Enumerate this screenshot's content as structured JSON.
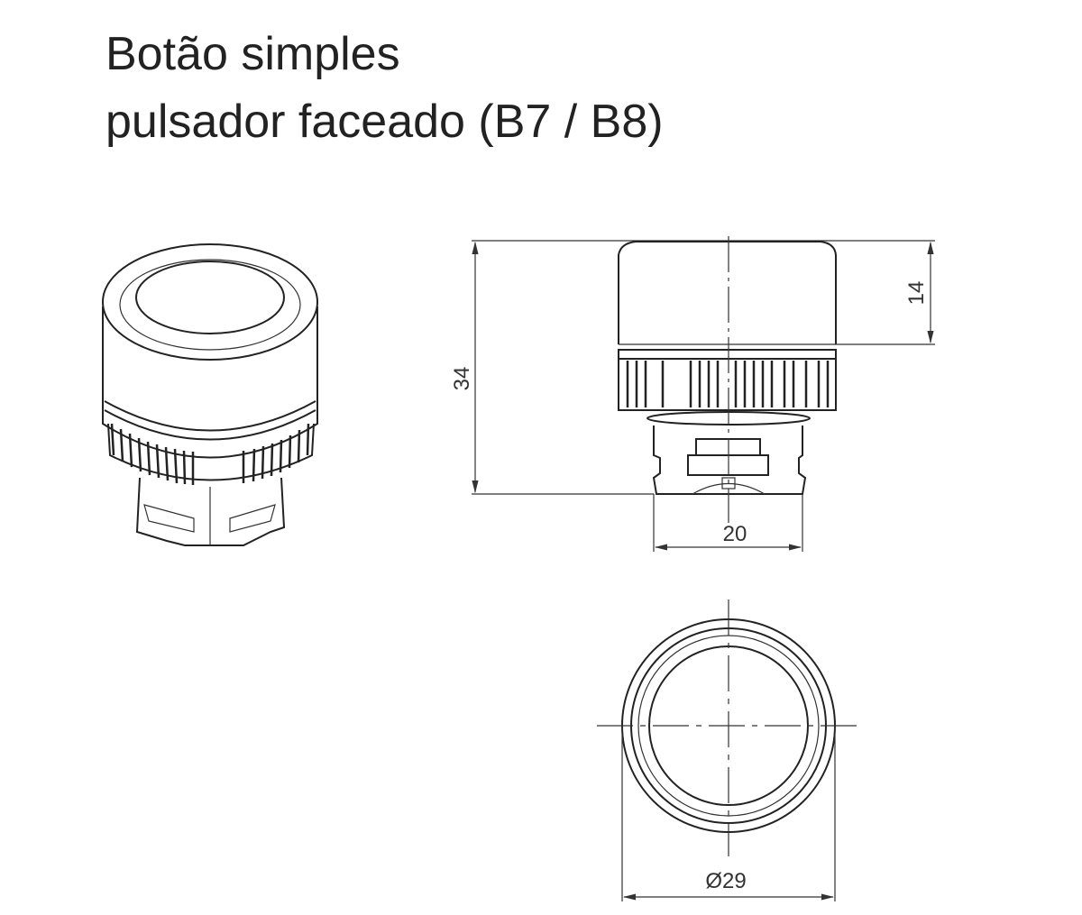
{
  "title": {
    "line1": "Botão simples",
    "line2": "pulsador faceado (B7 / B8)"
  },
  "dimensions": {
    "height_total": "34",
    "height_cap": "14",
    "base_width": "20",
    "diameter": "Ø29"
  }
}
